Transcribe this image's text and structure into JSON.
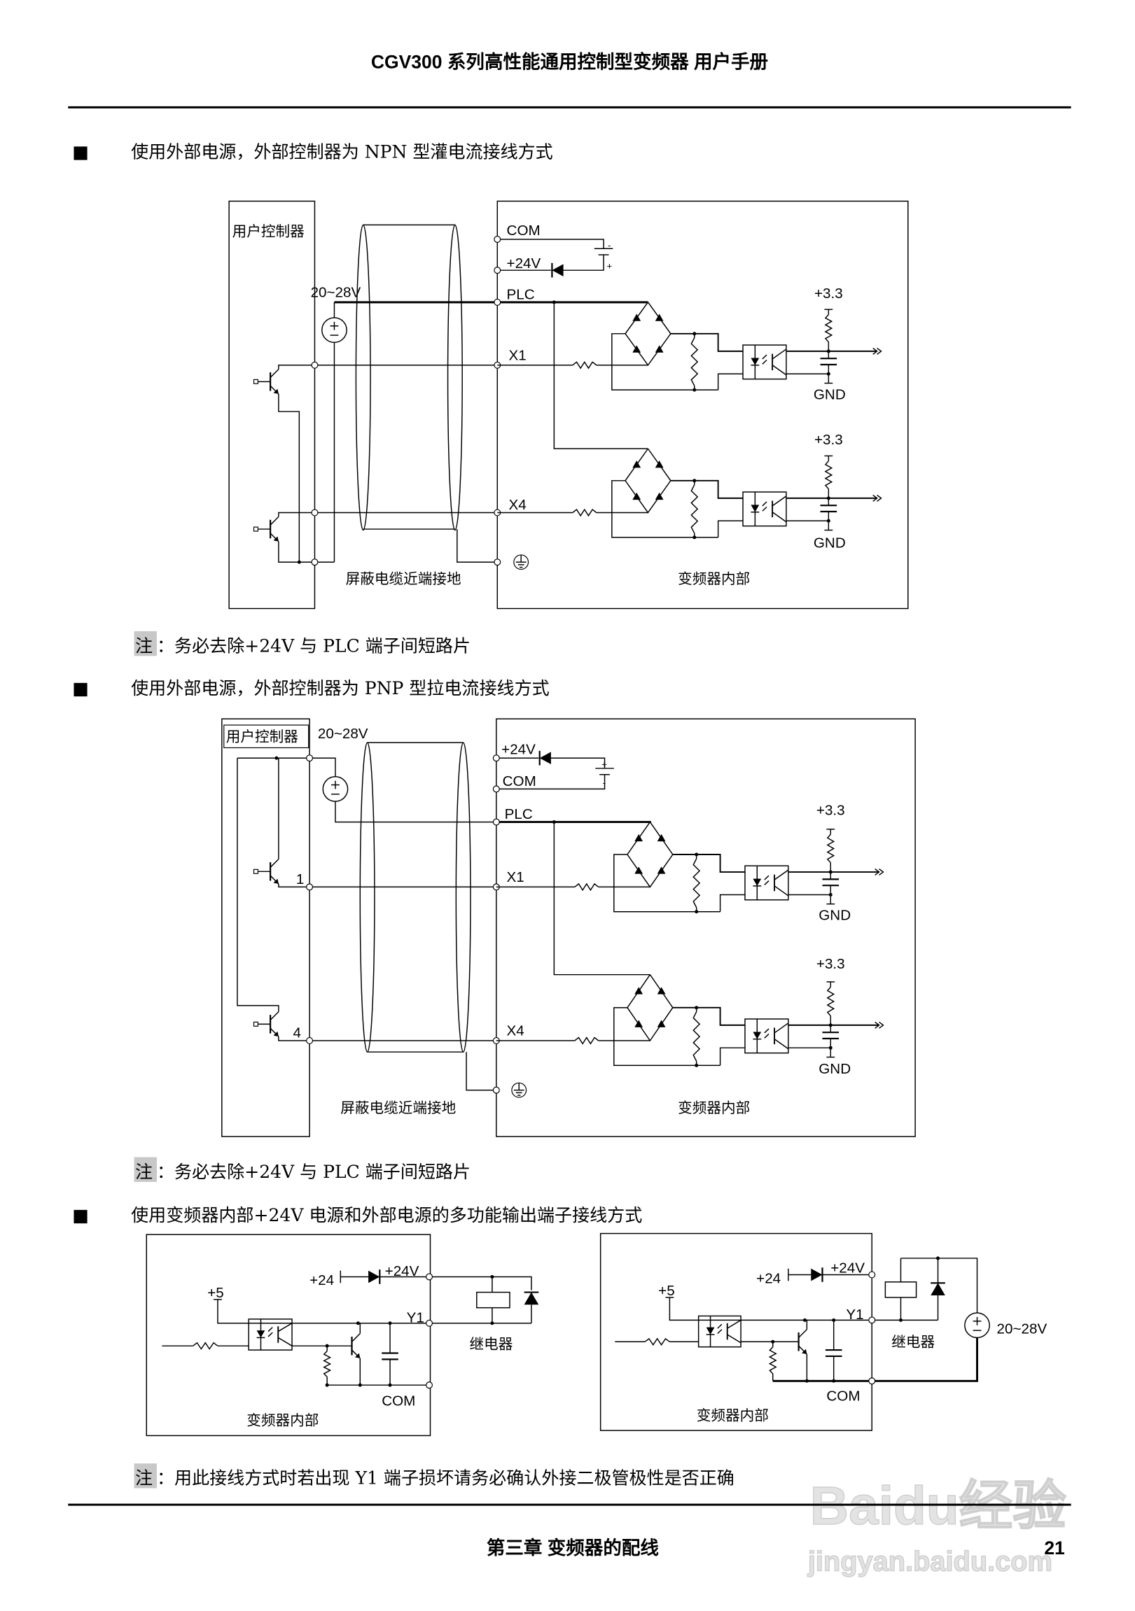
{
  "header": {
    "title": "CGV300 系列高性能通用控制型变频器    用户手册"
  },
  "sections": [
    {
      "bullet": "■",
      "heading": "使用外部电源，外部控制器为 NPN 型灌电流接线方式",
      "note_prefix": "注",
      "note": "：务必去除+24V 与 PLC 端子间短路片"
    },
    {
      "bullet": "■",
      "heading": "使用外部电源，外部控制器为 PNP 型拉电流接线方式",
      "note_prefix": "注",
      "note": "：务必去除+24V 与 PLC 端子间短路片"
    },
    {
      "bullet": "■",
      "heading": "使用变频器内部+24V 电源和外部电源的多功能输出端子接线方式",
      "note_prefix": "注",
      "note": "：用此接线方式时若出现 Y1 端子损坏请务必确认外接二极管极性是否正确"
    }
  ],
  "diagram_npn": {
    "controller": "用户控制器",
    "voltage": "20~28V",
    "com": "COM",
    "v24": "+24V",
    "plc": "PLC",
    "x1": "X1",
    "x4": "X4",
    "v33": "+3.3",
    "gnd": "GND",
    "minus": "-",
    "plus": "+",
    "shield": "屏蔽电缆近端接地",
    "inverter": "变频器内部"
  },
  "diagram_pnp": {
    "controller": "用户控制器",
    "voltage": "20~28V",
    "com": "COM",
    "v24": "+24V",
    "plc": "PLC",
    "x1": "X1",
    "x4": "X4",
    "t1": "1",
    "t4": "4",
    "v33": "+3.3",
    "gnd": "GND",
    "minus": "-",
    "plus": "+",
    "shield": "屏蔽电缆近端接地",
    "inverter": "变频器内部"
  },
  "diagram_out_internal": {
    "p24": "+24",
    "v24": "+24V",
    "p5": "+5",
    "y1": "Y1",
    "relay": "继电器",
    "com": "COM",
    "inverter": "变频器内部"
  },
  "diagram_out_external": {
    "p24": "+24",
    "v24": "+24V",
    "p5": "+5",
    "y1": "Y1",
    "relay": "继电器",
    "com": "COM",
    "inverter": "变频器内部",
    "voltage": "20~28V"
  },
  "footer": {
    "chapter": "第三章  变频器的配线",
    "page": "21"
  },
  "watermark": {
    "logo": "Baidu经验",
    "url": "jingyan.baidu.com"
  }
}
